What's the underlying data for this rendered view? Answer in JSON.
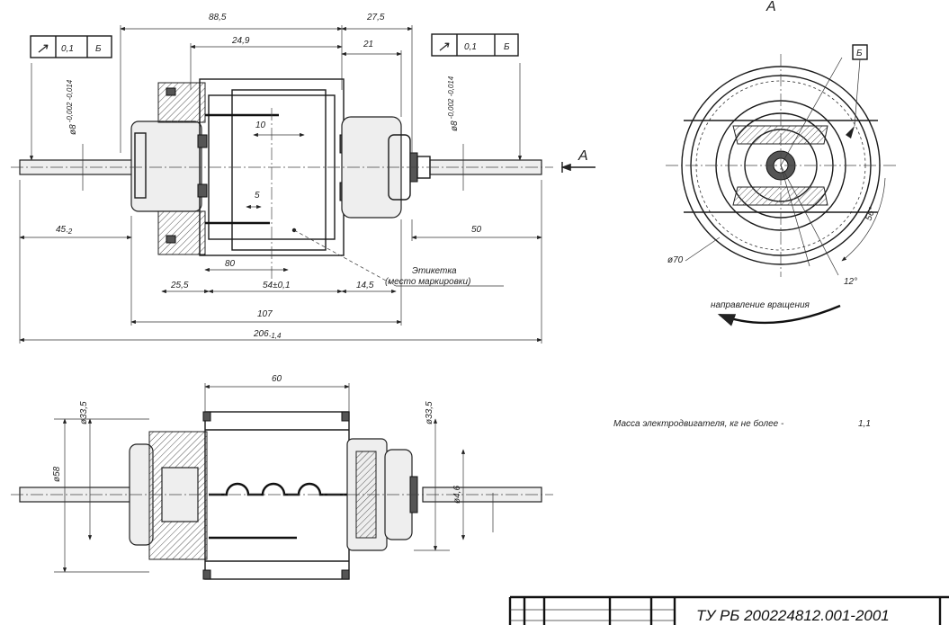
{
  "top_view": {
    "tol_left": {
      "symbol": "↗",
      "value": "0,1",
      "datum": "Б"
    },
    "tol_right": {
      "symbol": "↗",
      "value": "0,1",
      "datum": "Б"
    },
    "dims": {
      "d885": "88,5",
      "d275": "27,5",
      "d249": "24,9",
      "d21": "21",
      "d10": "10",
      "d5": "5",
      "d80": "80",
      "d255": "25,5",
      "d54": "54±0,1",
      "d145": "14,5",
      "d107": "107",
      "d206": "206",
      "d206_tol": "-1,4",
      "d45": "45",
      "d45_tol": "-2",
      "d50": "50",
      "shaft_left": "ø8",
      "shaft_left_tol": "-0,002 -0,014",
      "shaft_right": "ø8",
      "shaft_right_tol": "-0,002 -0,014"
    },
    "arrow_a": "А",
    "label_line1": "Этикетка",
    "label_line2": "(место маркировки)"
  },
  "view_a": {
    "title": "А",
    "datum_box": "Б",
    "d70": "ø70",
    "angle1": "56°",
    "angle2": "12°",
    "rotation": "направление вращения"
  },
  "bottom_view": {
    "d60": "60",
    "d335": "ø33,5",
    "d58": "ø58",
    "d335b": "ø33,5",
    "d46": "ø4,6"
  },
  "note": "Масса электродвигателя, кг не более -",
  "note_value": "1,1",
  "title_block": {
    "doc": "ТУ РБ 200224812.001-2001"
  }
}
